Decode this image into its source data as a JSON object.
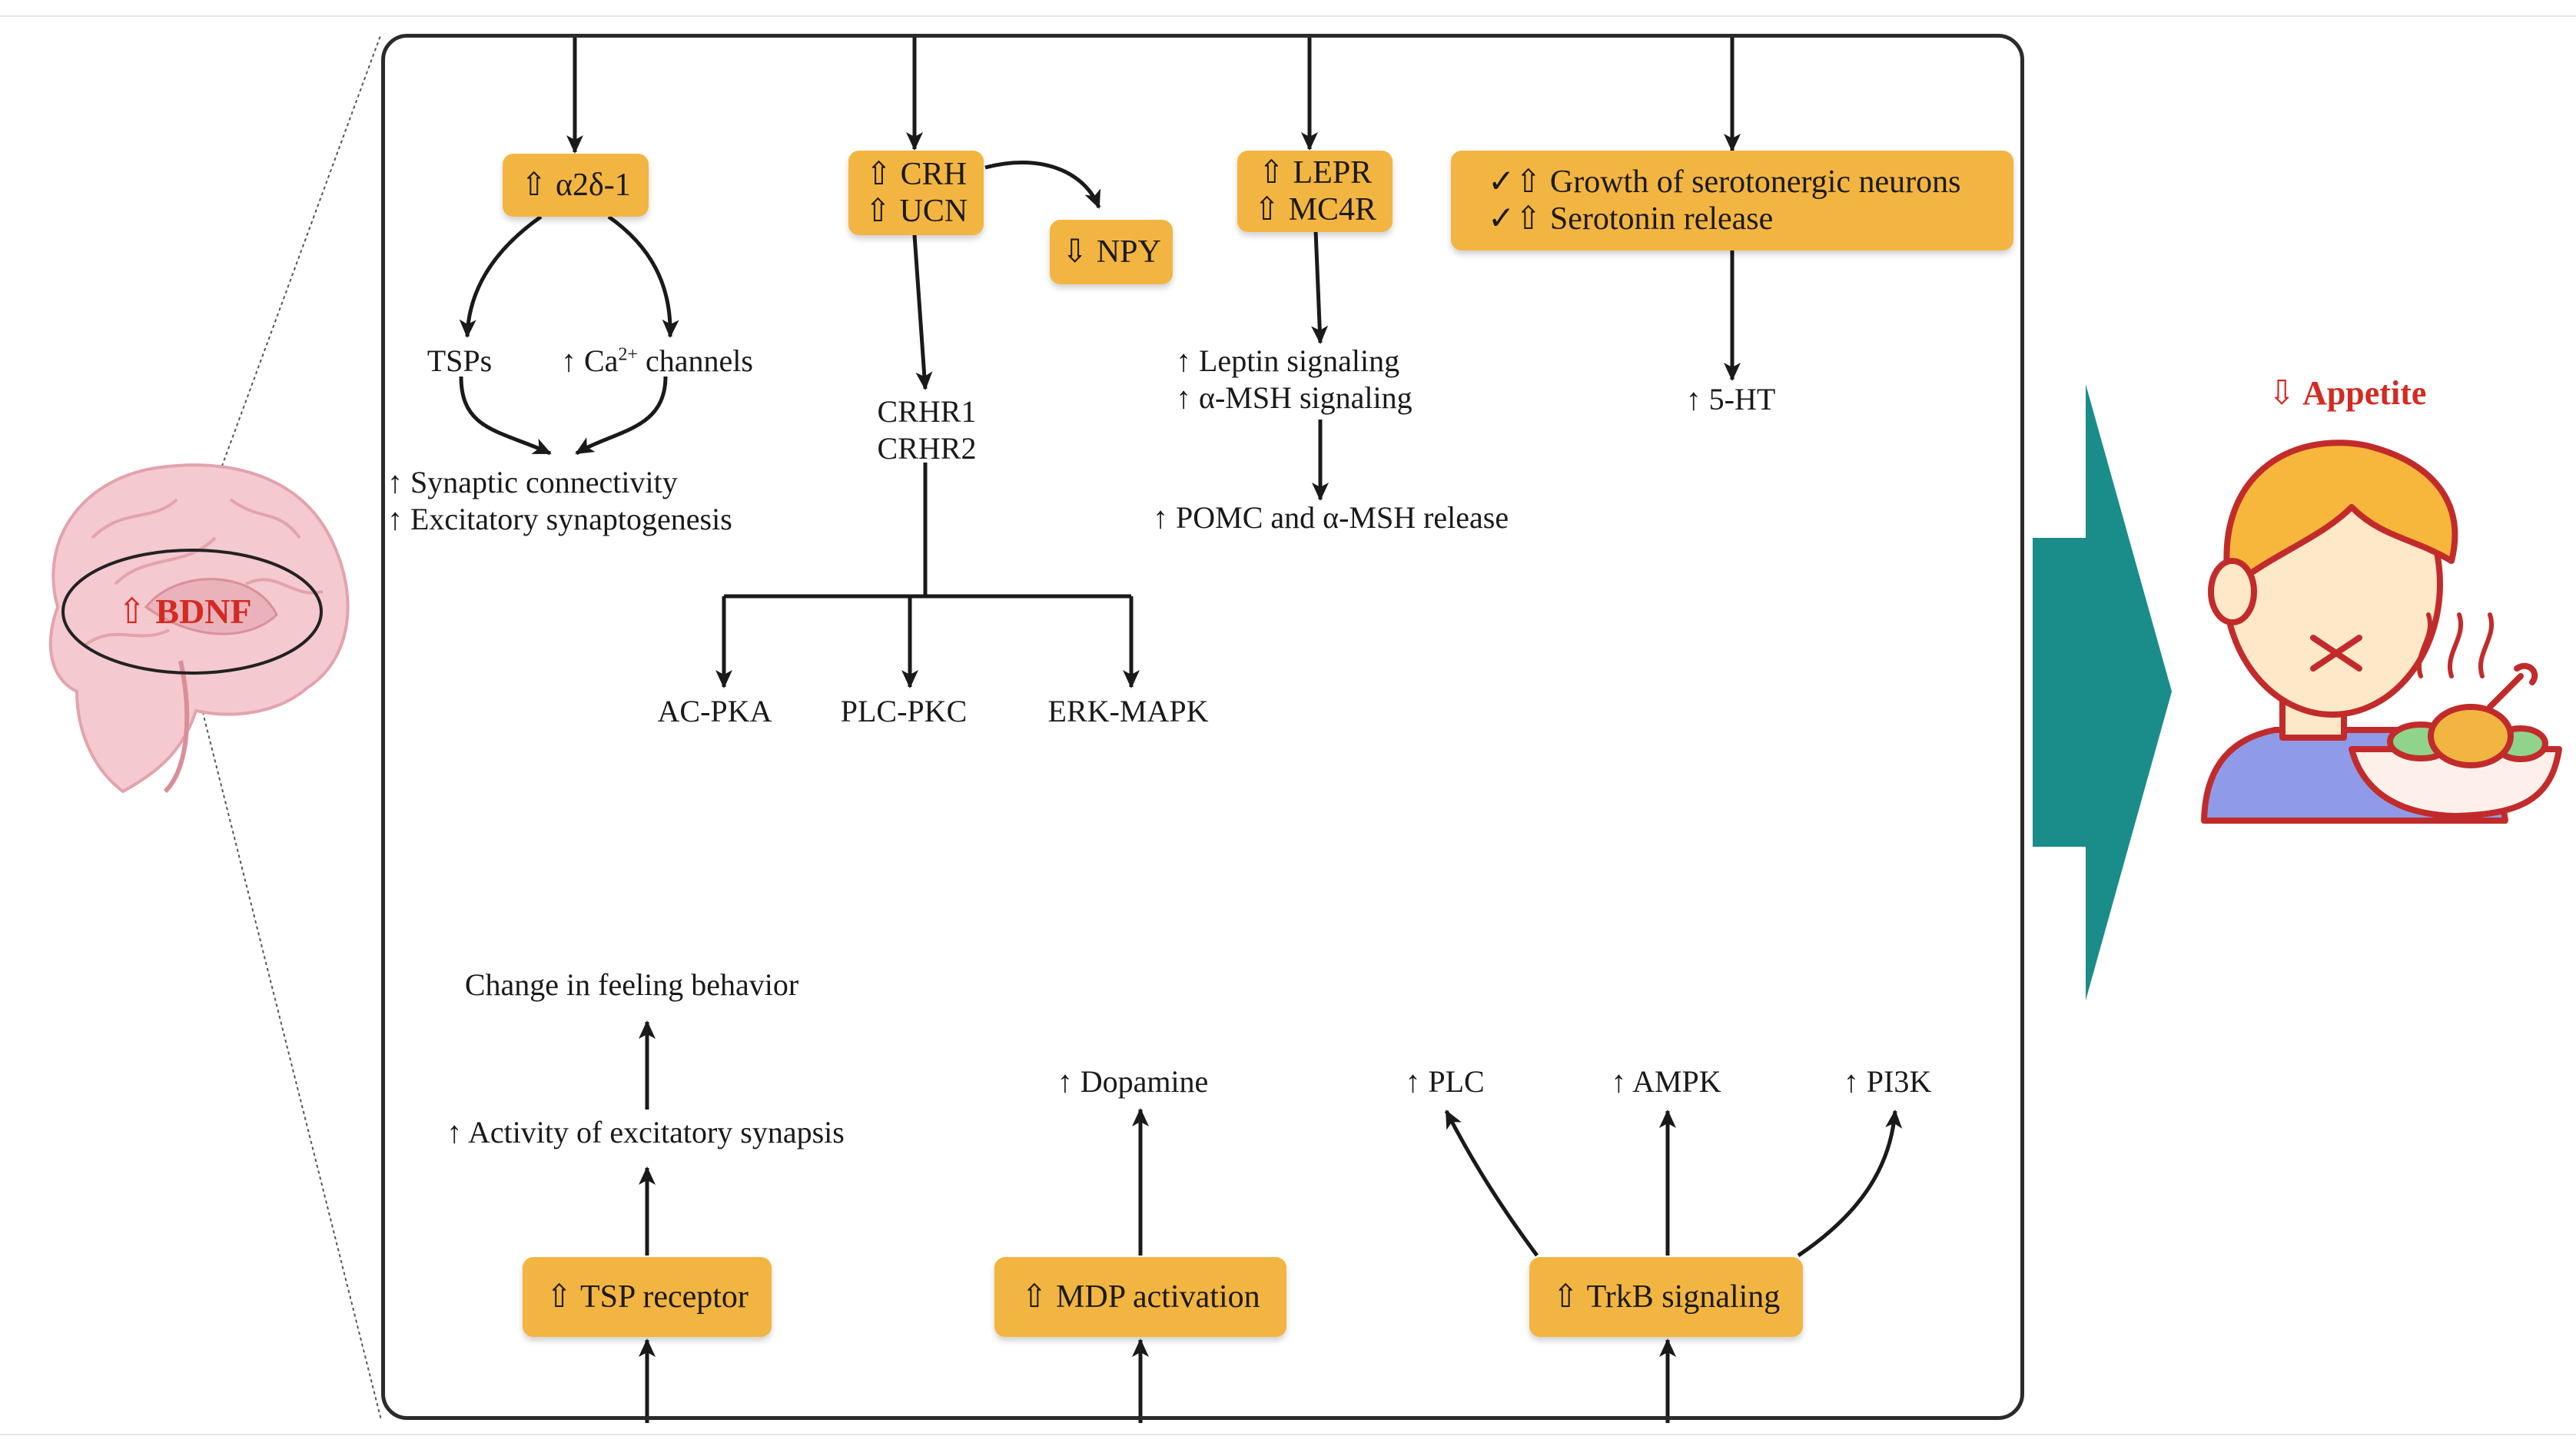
{
  "brain": {
    "label": "⇧ BDNF"
  },
  "top_pathways": {
    "a2d1": {
      "box": "⇧ α2δ-1",
      "tsps": "TSPs",
      "ca_pre": "↑ Ca",
      "ca_sup": "2+",
      "ca_post": " channels",
      "out1": "↑ Synaptic connectivity",
      "out2": "↑ Excitatory synaptogenesis"
    },
    "crh": {
      "line1": "⇧ CRH",
      "line2": "⇧ UCN",
      "npy": "⇩ NPY",
      "r1": "CRHR1",
      "r2": "CRHR2",
      "targets": [
        "AC-PKA",
        "PLC-PKC",
        "ERK-MAPK"
      ]
    },
    "lepr": {
      "line1": "⇧ LEPR",
      "line2": "⇧ MC4R",
      "sig1": "↑ Leptin signaling",
      "sig2": "↑ α-MSH signaling",
      "release": "↑ POMC and α-MSH release"
    },
    "serotonin": {
      "line1": "✓⇧ Growth of serotonergic neurons",
      "line2": "✓⇧ Serotonin release",
      "out": "↑ 5-HT"
    }
  },
  "bottom_pathways": {
    "tsp": {
      "box": "⇧ TSP receptor",
      "activity": "↑ Activity of excitatory synapsis",
      "change": "Change in feeling behavior"
    },
    "mdp": {
      "box": "⇧ MDP activation",
      "out": "↑ Dopamine"
    },
    "trkb": {
      "box": "⇧ TrkB signaling",
      "outs": [
        "↑ PLC",
        "↑ AMPK",
        "↑ PI3K"
      ]
    }
  },
  "outcome": {
    "label": "⇩ Appetite"
  },
  "colors": {
    "box": "#f3b541",
    "arrow": "#1a8c8a",
    "red": "#d42a22",
    "line": "#2b2b2b"
  },
  "icons": [
    "brain-illustration",
    "person-refusing-food-illustration"
  ]
}
